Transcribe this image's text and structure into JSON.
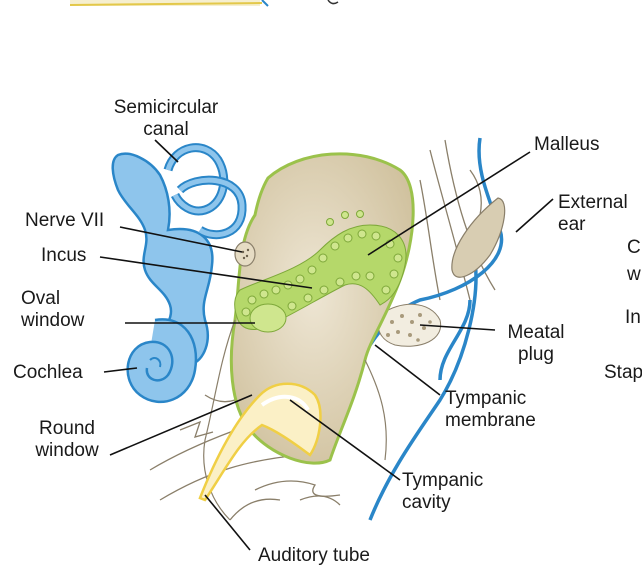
{
  "labels": {
    "semicircular_canal": "Semicircular\ncanal",
    "nerve_vii": "Nerve VII",
    "incus": "Incus",
    "oval_window": "Oval\nwindow",
    "cochlea": "Cochlea",
    "round_window": "Round\nwindow",
    "malleus": "Malleus",
    "external_ear": "External\near",
    "meatal_plug": "Meatal\nplug",
    "tympanic_membrane": "Tympanic\nmembrane",
    "tympanic_cavity": "Tympanic\ncavity",
    "auditory_tube": "Auditory tube",
    "cropped_c": "C",
    "cropped_w": "w",
    "cropped_in": "In",
    "cropped_stap": "Stap"
  },
  "colors": {
    "inner_ear_blue": "#8ec5ec",
    "blue_outline": "#2a86c8",
    "ossicle_green": "#b5d86a",
    "green_outline": "#7ea83a",
    "cavity_tan": "#d9cdb0",
    "yellow_tube": "#f3dc7c"
  }
}
